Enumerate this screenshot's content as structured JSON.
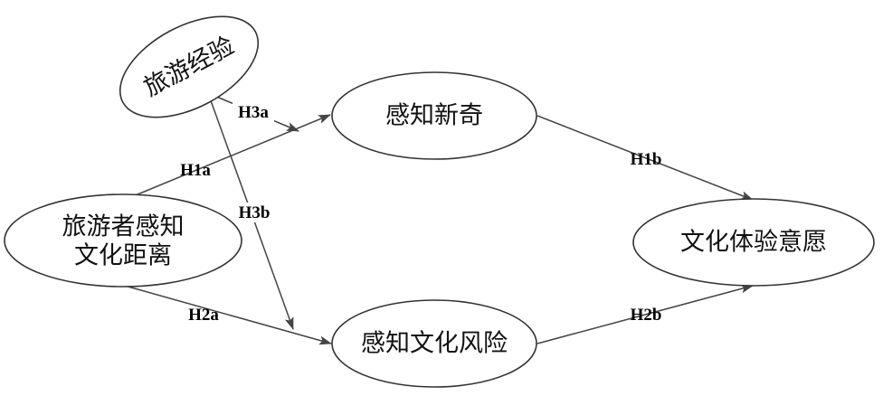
{
  "nodes": {
    "travel_experience": "旅游经验",
    "perceived_cultural_distance_line1": "旅游者感知",
    "perceived_cultural_distance_line2": "文化距离",
    "perceived_novelty": "感知新奇",
    "perceived_cultural_risk": "感知文化风险",
    "cultural_experience_intention": "文化体验意愿"
  },
  "edges": {
    "h1a": "H1a",
    "h1b": "H1b",
    "h2a": "H2a",
    "h2b": "H2b",
    "h3a": "H3a",
    "h3b": "H3b"
  },
  "colors": {
    "stroke": "#333333",
    "text": "#111111",
    "background": "#ffffff"
  }
}
